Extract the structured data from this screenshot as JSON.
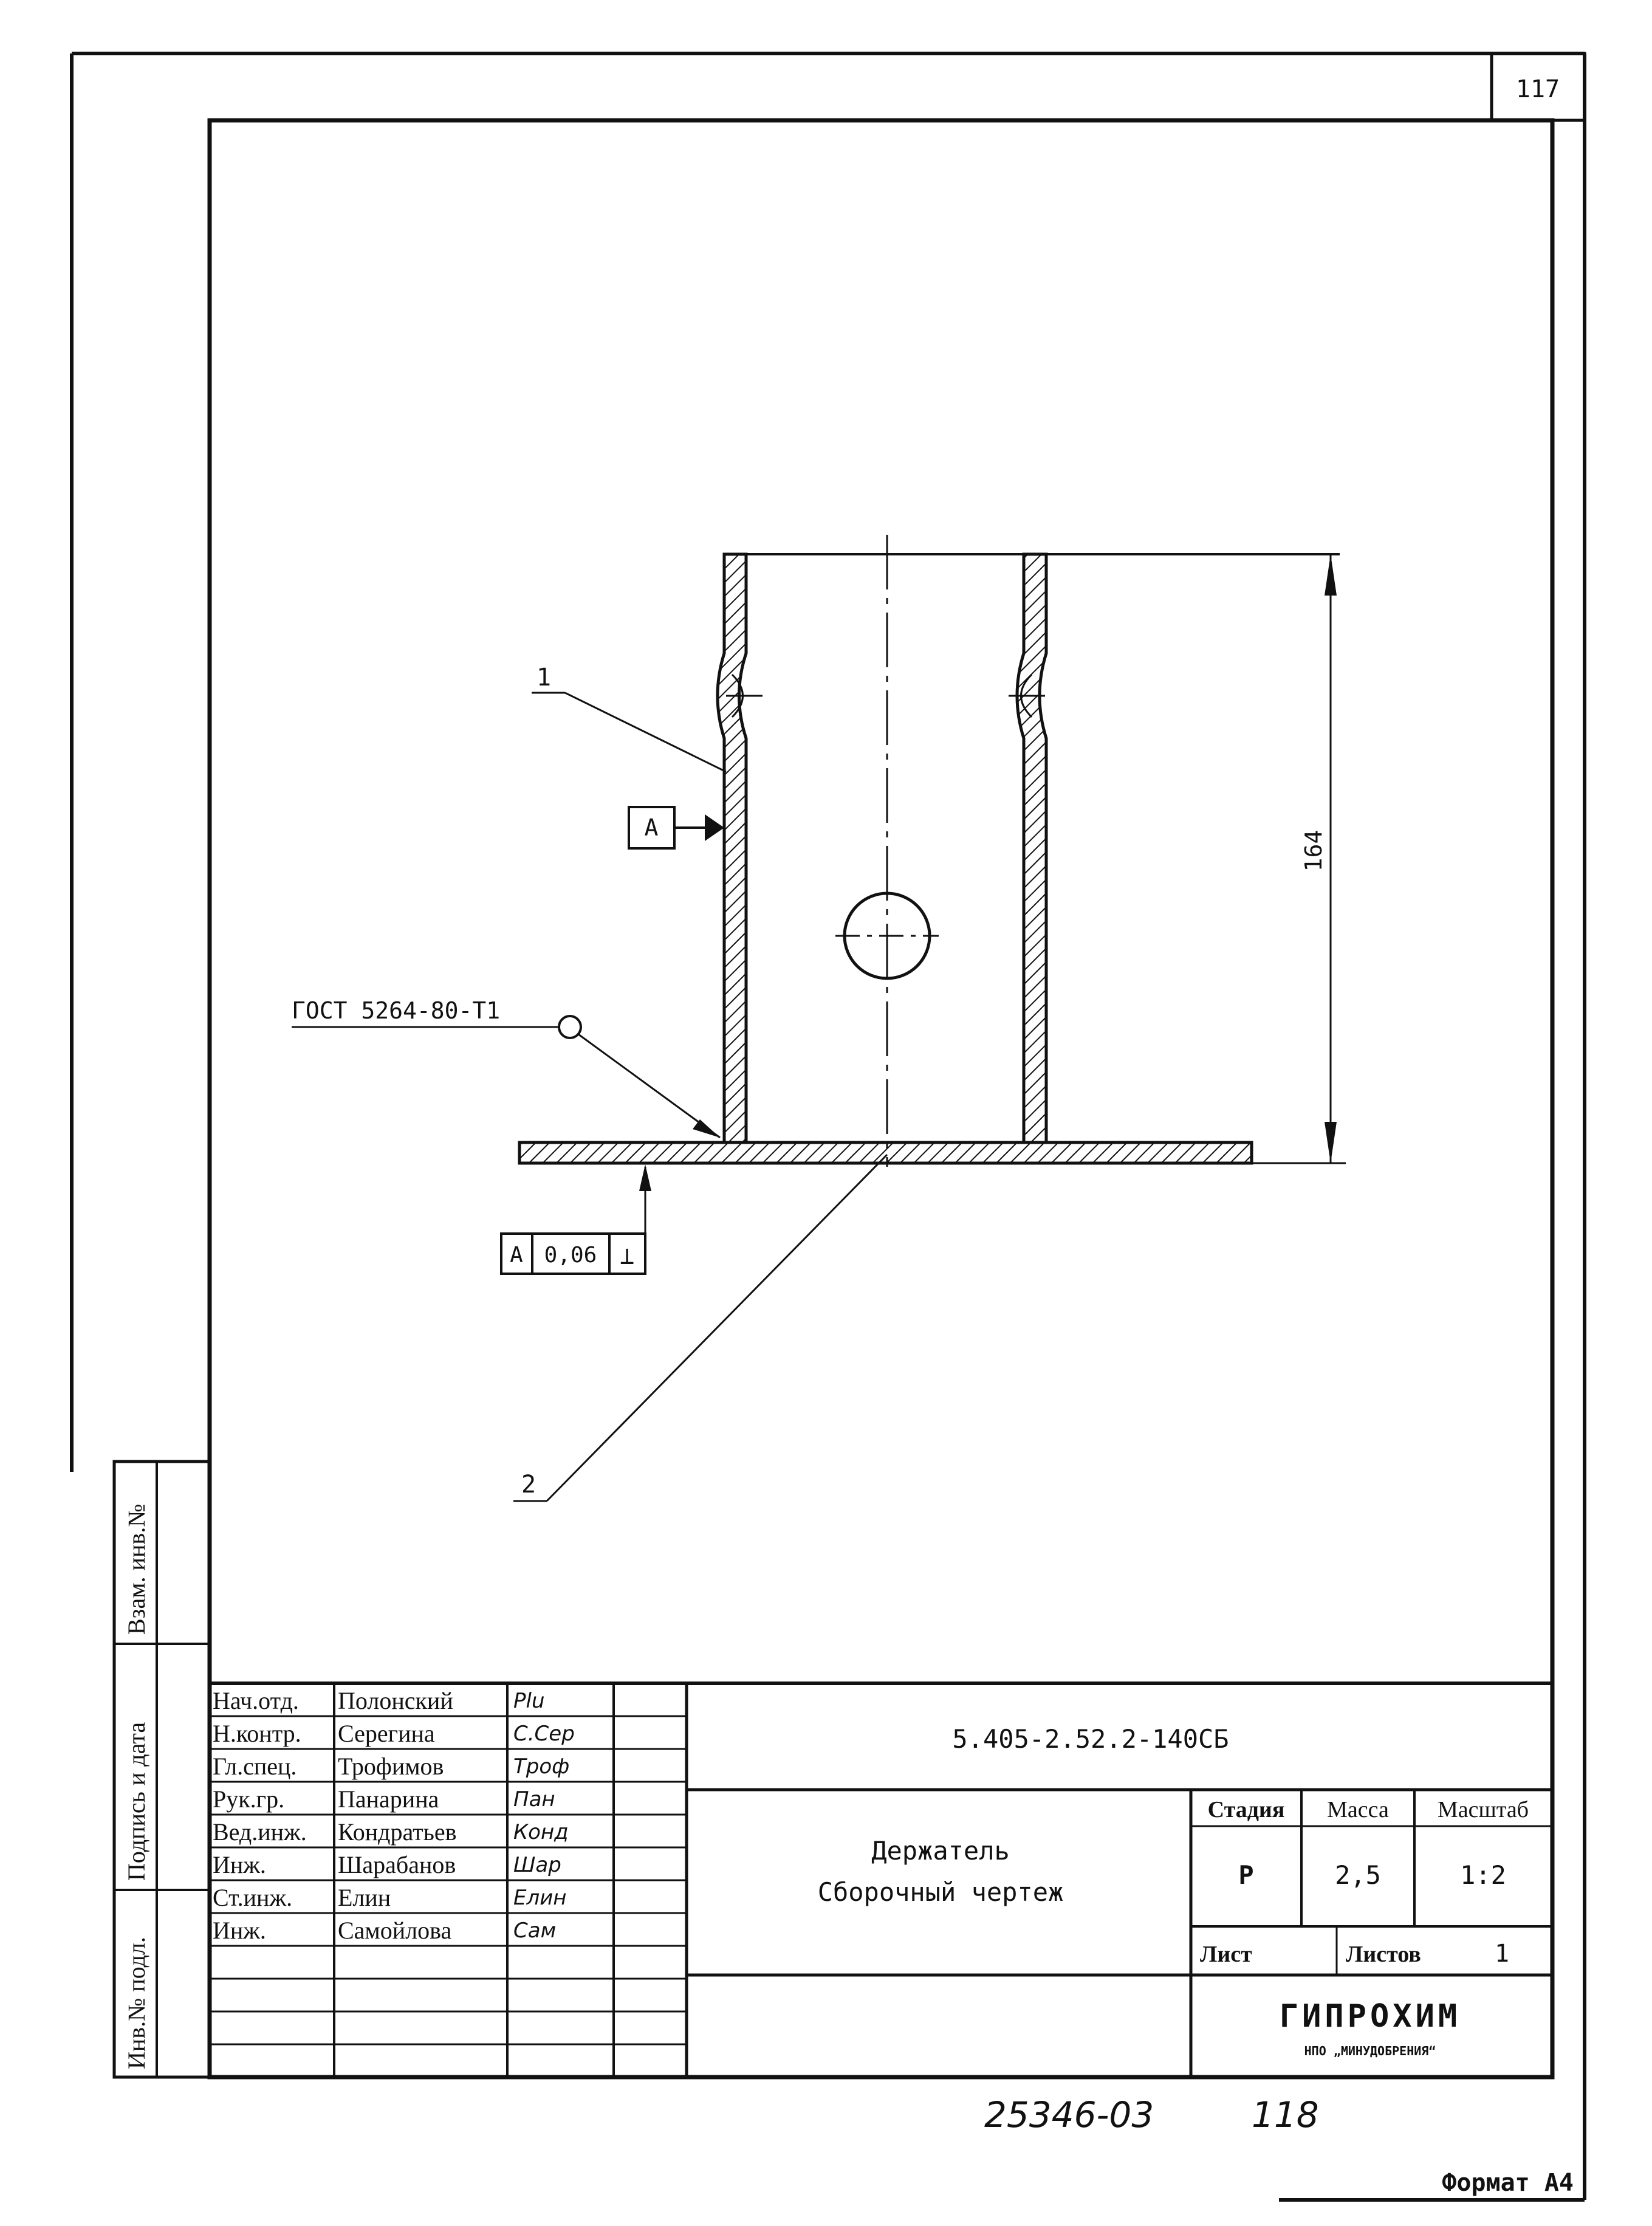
{
  "sheet": {
    "page_number": "117",
    "format_label": "Формат А4",
    "bottom_note_code": "25346-03",
    "bottom_note_page": "118"
  },
  "drawing": {
    "leader_1": "1",
    "leader_2": "2",
    "datum_label": "А",
    "dimension_height": "164",
    "weld_note": "ГОСТ 5264-80-Т1",
    "tolerance": {
      "datum": "А",
      "value": "0,06",
      "symbol": "⊥"
    }
  },
  "side_strip": {
    "vzam_inv": "Взам. инв.№",
    "podpis_data": "Подпись и дата",
    "inv_podl": "Инв.№ подл."
  },
  "title_block": {
    "document_code": "5.405-2.52.2-140СБ",
    "part_name": "Держатель",
    "document_type": "Сборочный чертеж",
    "stage_header": "Стадия",
    "mass_header": "Масса",
    "scale_header": "Масштаб",
    "stage": "Р",
    "mass": "2,5",
    "scale": "1:2",
    "sheet_label": "Лист",
    "sheets_label": "Листов",
    "sheets_count": "1",
    "org_name": "ГИПРОХИМ",
    "org_sub": "НПО „МИНУДОБРЕНИЯ“",
    "signers": [
      {
        "role": "Нач.отд.",
        "name": "Полонский",
        "sign": "Plu"
      },
      {
        "role": "Н.контр.",
        "name": "Серегина",
        "sign": "С.Сер"
      },
      {
        "role": "Гл.спец.",
        "name": "Трофимов",
        "sign": "Троф"
      },
      {
        "role": "Рук.гр.",
        "name": "Панарина",
        "sign": "Пан"
      },
      {
        "role": "Вед.инж.",
        "name": "Кондратьев",
        "sign": "Конд"
      },
      {
        "role": "Инж.",
        "name": "Шарабанов",
        "sign": "Шар"
      },
      {
        "role": "Ст.инж.",
        "name": "Елин",
        "sign": "Елин"
      },
      {
        "role": "Инж.",
        "name": "Самойлова",
        "sign": "Сам"
      }
    ]
  }
}
